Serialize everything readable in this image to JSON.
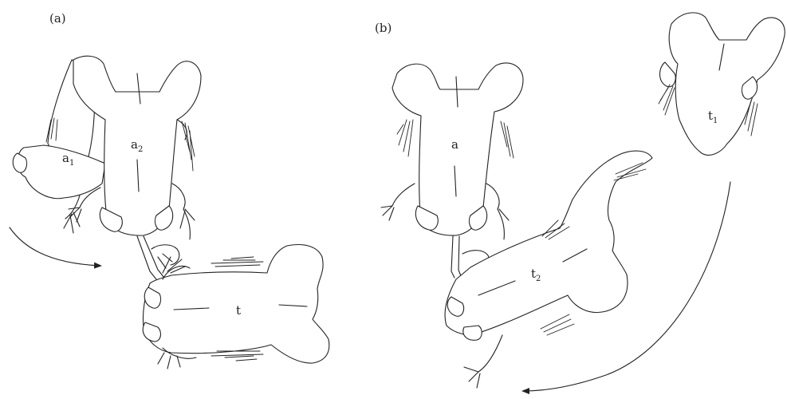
{
  "panels": [
    {
      "id": "a",
      "label": "(a)",
      "individuals": [
        {
          "base": "a",
          "sub": "1"
        },
        {
          "base": "a",
          "sub": "2"
        },
        {
          "base": "t",
          "sub": ""
        }
      ]
    },
    {
      "id": "b",
      "label": "(b)",
      "individuals": [
        {
          "base": "a",
          "sub": ""
        },
        {
          "base": "t",
          "sub": "1"
        },
        {
          "base": "t",
          "sub": "2"
        }
      ]
    }
  ]
}
